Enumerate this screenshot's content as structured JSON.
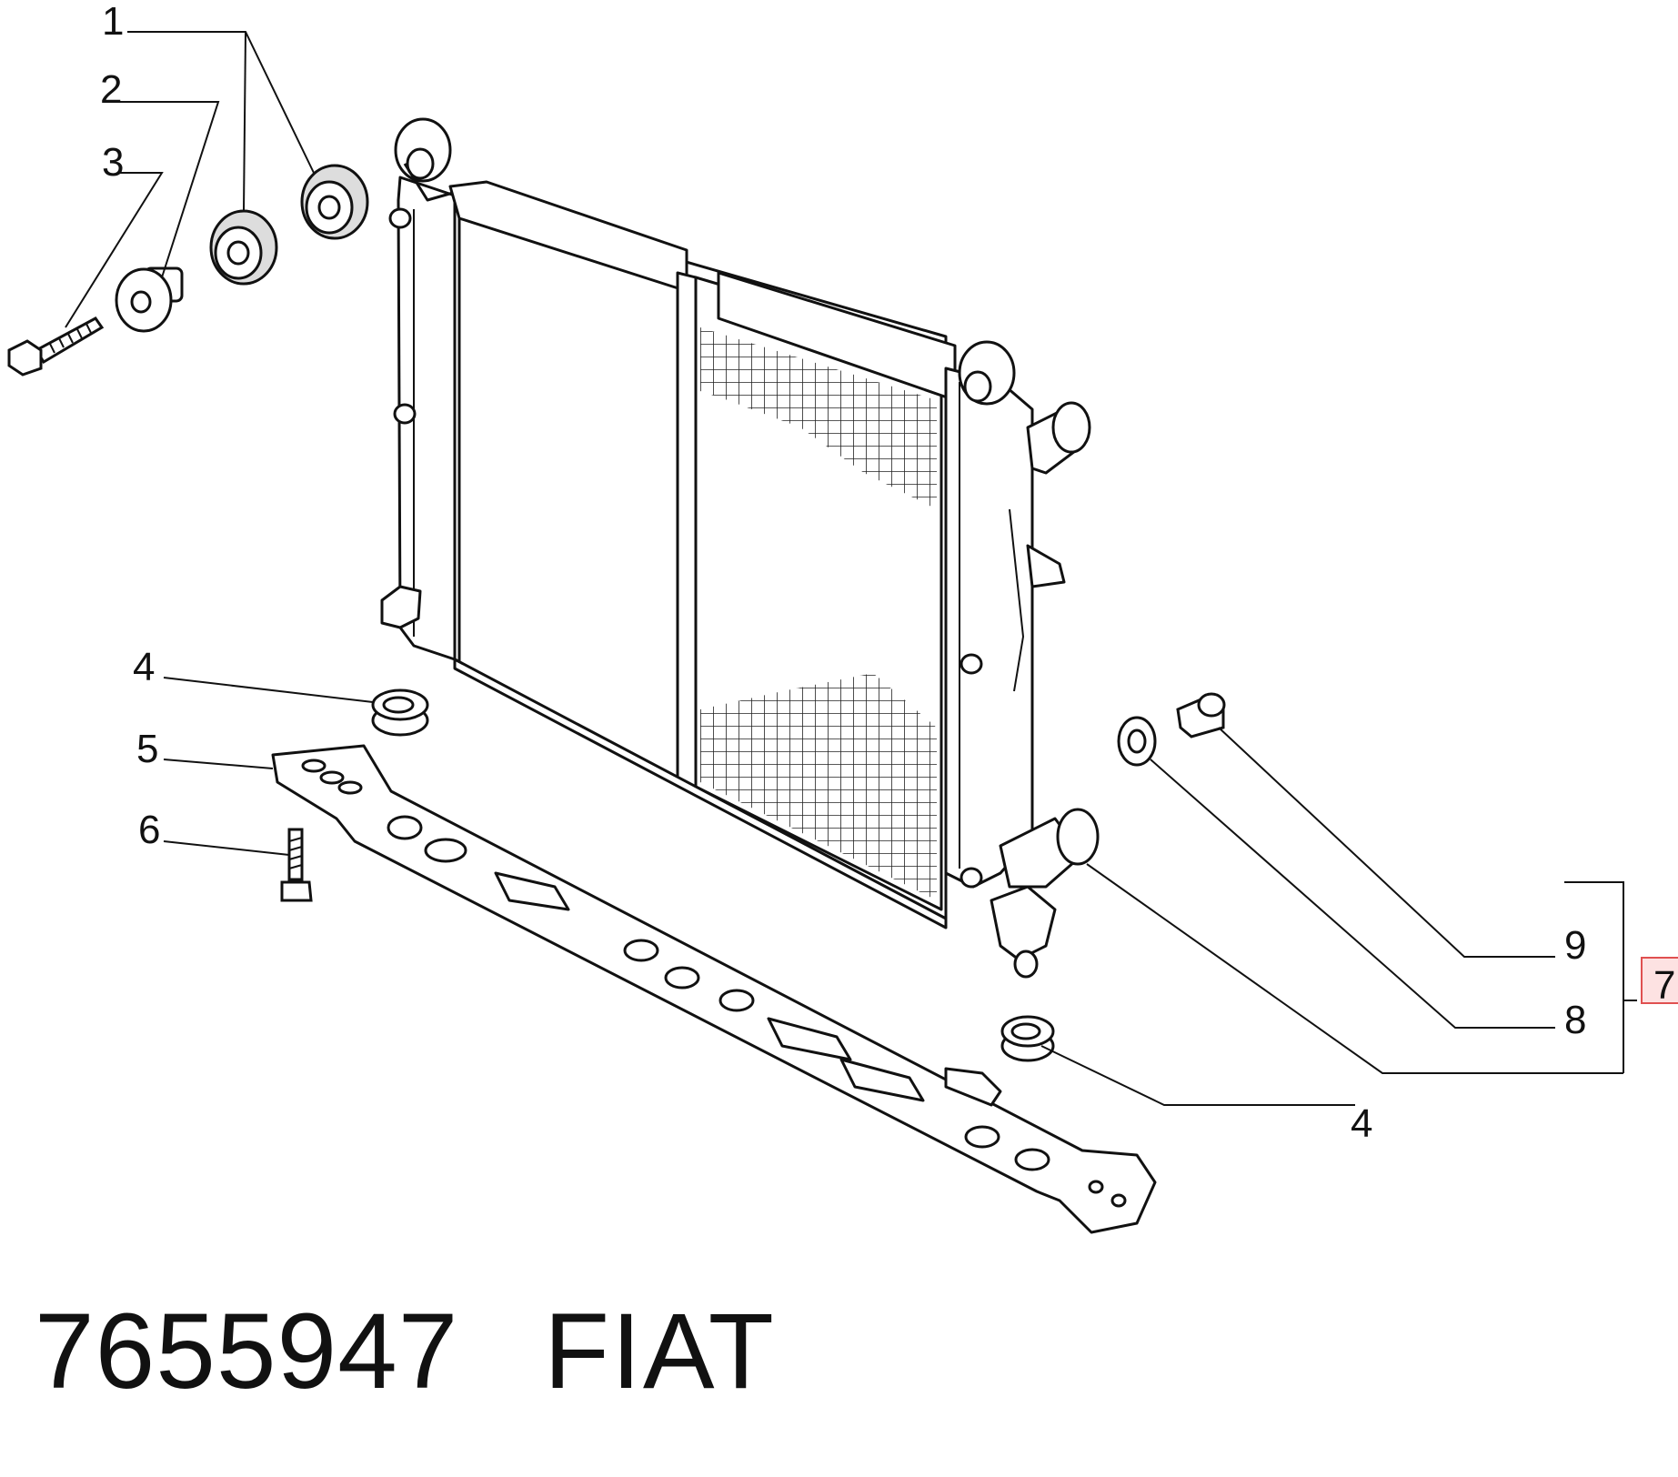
{
  "callouts": {
    "c1": "1",
    "c2": "2",
    "c3": "3",
    "c4a": "4",
    "c4b": "4",
    "c5": "5",
    "c6": "6",
    "c7": "7",
    "c8": "8",
    "c9": "9"
  },
  "footer": {
    "part_number": "7655947",
    "brand": "FIAT"
  },
  "colors": {
    "line": "#111111",
    "highlight_box_border": "#e05050",
    "highlight_box_fill": "#fde2e2"
  }
}
